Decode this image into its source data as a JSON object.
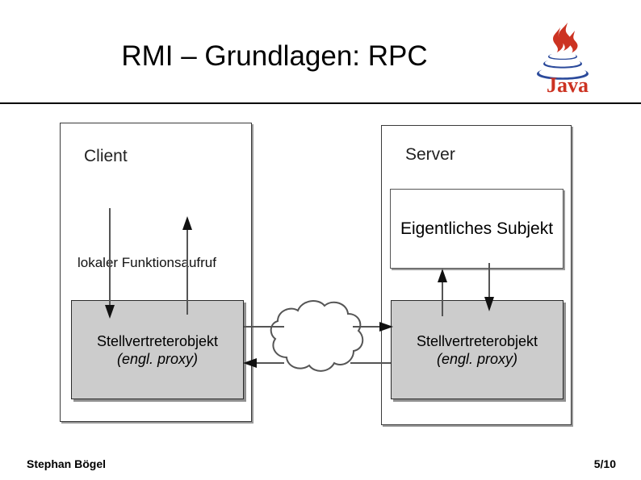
{
  "slide": {
    "title": "RMI – Grundlagen: RPC",
    "logo_name": "java-logo",
    "logo_wordmark": "Java"
  },
  "diagram": {
    "client": {
      "label": "Client",
      "caption": "lokaler Funktionsaufruf",
      "proxy_line1": "Stellvertreterobjekt",
      "proxy_line2": "(engl. proxy)"
    },
    "server": {
      "label": "Server",
      "subject": "Eigentliches Subjekt",
      "proxy_line1": "Stellvertreterobjekt",
      "proxy_line2": "(engl. proxy)"
    },
    "network": {
      "shape": "cloud"
    }
  },
  "footer": {
    "author": "Stephan Bögel",
    "page": "5/10"
  },
  "colors": {
    "gray_box_fill": "#cccccc",
    "line": "#555555",
    "text": "#000000",
    "logo_red": "#cc3322",
    "logo_blue": "#2b4a9b"
  }
}
